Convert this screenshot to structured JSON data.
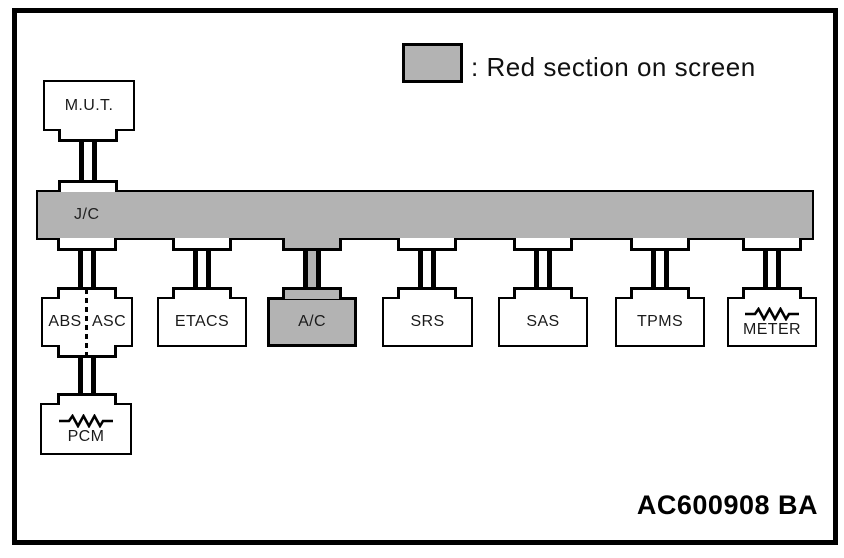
{
  "legend": {
    "text": ": Red section on screen",
    "swatch_color": "#b3b3b3"
  },
  "bus": {
    "label": "J/C"
  },
  "nodes": {
    "mut": {
      "label": "M.U.T."
    },
    "abs": {
      "label": "ABS"
    },
    "asc": {
      "label": "ASC"
    },
    "etacs": {
      "label": "ETACS"
    },
    "ac": {
      "label": "A/C",
      "highlighted": true
    },
    "srs": {
      "label": "SRS"
    },
    "sas": {
      "label": "SAS"
    },
    "tpms": {
      "label": "TPMS"
    },
    "meter": {
      "label": "METER"
    },
    "pcm": {
      "label": "PCM"
    }
  },
  "figure_code": "AC600908 BA",
  "colors": {
    "highlight": "#b3b3b3",
    "line": "#000000",
    "background": "#ffffff"
  }
}
